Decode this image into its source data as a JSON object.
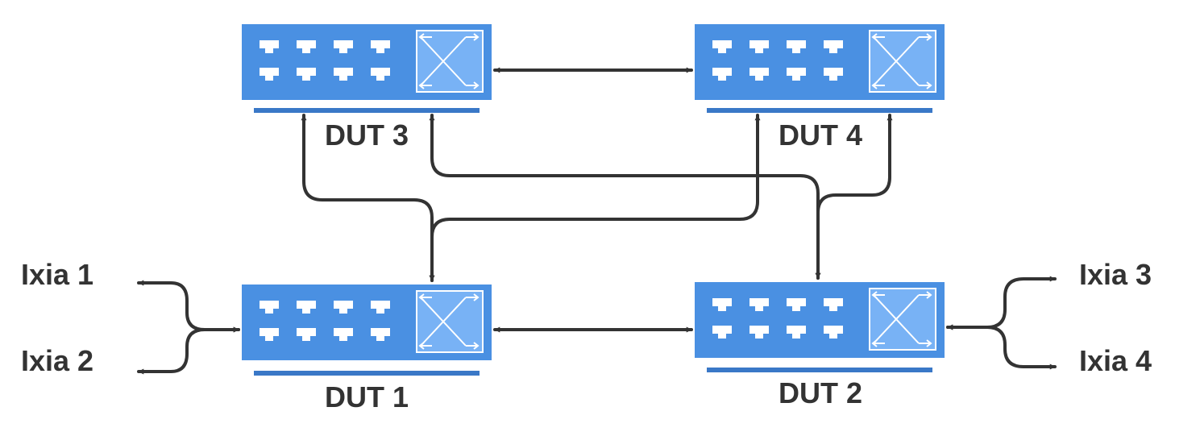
{
  "colors": {
    "switch_body": "#4a90e2",
    "switch_base": "#3a78c7",
    "switch_panel": "#78b2f5",
    "port": "#ffffff",
    "wire": "#333333",
    "label": "#333333"
  },
  "devices": [
    {
      "id": "dut1",
      "label": "DUT 1",
      "icon": "network-switch-icon"
    },
    {
      "id": "dut2",
      "label": "DUT 2",
      "icon": "network-switch-icon"
    },
    {
      "id": "dut3",
      "label": "DUT 3",
      "icon": "network-switch-icon"
    },
    {
      "id": "dut4",
      "label": "DUT 4",
      "icon": "network-switch-icon"
    }
  ],
  "traffic_generators": [
    {
      "id": "ixia1",
      "label": "Ixia 1"
    },
    {
      "id": "ixia2",
      "label": "Ixia 2"
    },
    {
      "id": "ixia3",
      "label": "Ixia 3"
    },
    {
      "id": "ixia4",
      "label": "Ixia 4"
    }
  ],
  "links": [
    {
      "from": "dut3",
      "to": "dut4",
      "type": "bidirectional"
    },
    {
      "from": "dut1",
      "to": "dut2",
      "type": "bidirectional"
    },
    {
      "from": "dut3",
      "to": "dut1",
      "type": "bidirectional"
    },
    {
      "from": "dut4",
      "to": "dut1",
      "type": "bidirectional"
    },
    {
      "from": "dut3",
      "to": "dut2",
      "type": "bidirectional"
    },
    {
      "from": "dut4",
      "to": "dut2",
      "type": "bidirectional"
    },
    {
      "from": "ixia1",
      "to": "dut1",
      "type": "bidirectional"
    },
    {
      "from": "ixia2",
      "to": "dut1",
      "type": "bidirectional"
    },
    {
      "from": "ixia3",
      "to": "dut2",
      "type": "bidirectional"
    },
    {
      "from": "ixia4",
      "to": "dut2",
      "type": "bidirectional"
    }
  ]
}
